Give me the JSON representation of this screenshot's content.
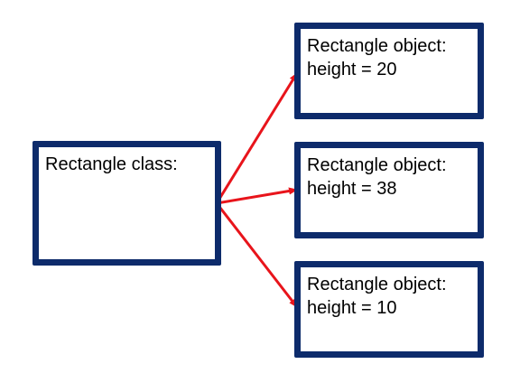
{
  "class_box": {
    "label": "Rectangle class:"
  },
  "objects": [
    {
      "title": "Rectangle object:",
      "property": "height = 20"
    },
    {
      "title": "Rectangle object:",
      "property": "height = 38"
    },
    {
      "title": "Rectangle object:",
      "property": "height = 10"
    }
  ],
  "colors": {
    "box_border": "#0d2b6b",
    "arrow": "#e8141b"
  }
}
